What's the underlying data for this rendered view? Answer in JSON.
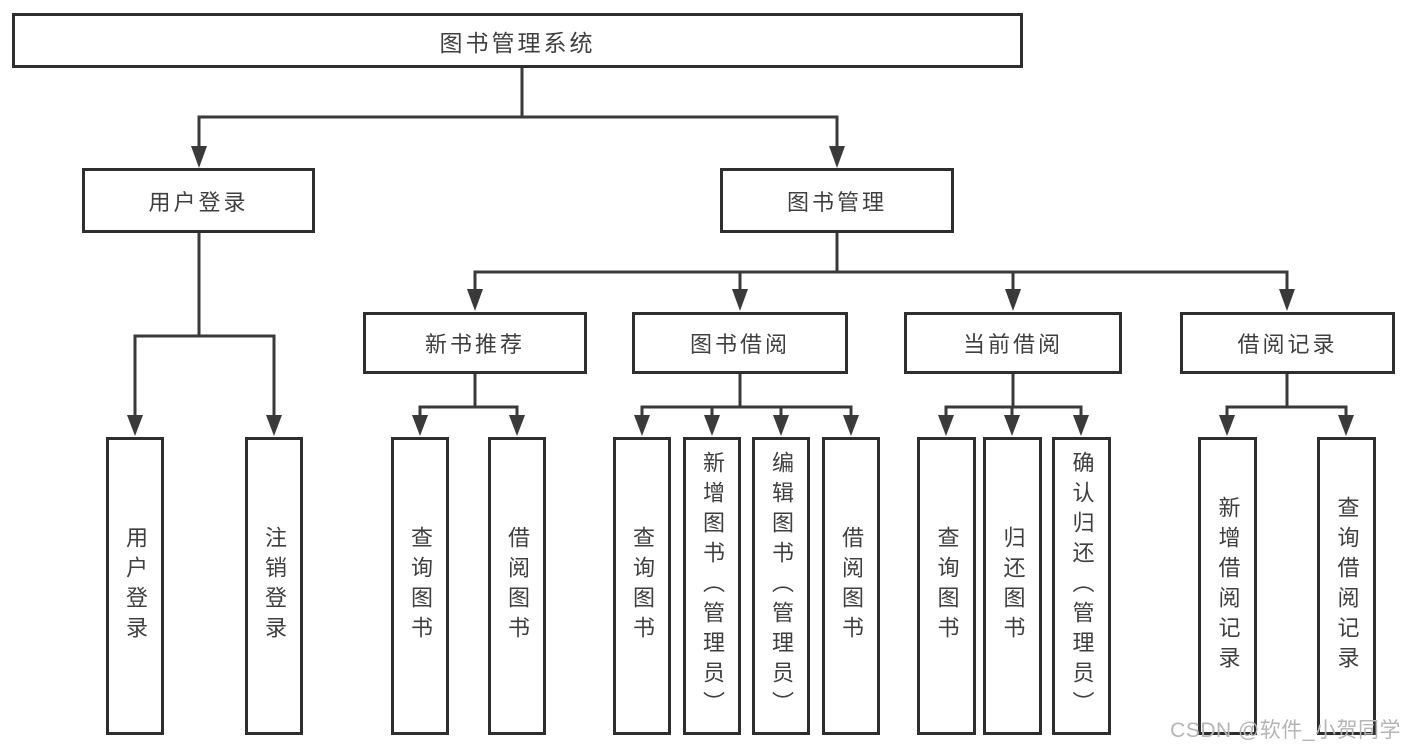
{
  "diagram_title": "图书管理系统",
  "watermark": "CSDN @软件_小贺同学",
  "colors": {
    "line": "#3a3a3a",
    "border": "#2e2e2e",
    "text": "#3f3f3f",
    "watermark": "#b5b5b5",
    "background": "#ffffff"
  },
  "nodes": {
    "root": "图书管理系统",
    "user_login": "用户登录",
    "book_mgmt": "图书管理",
    "new_book_rec": "新书推荐",
    "book_borrow": "图书借阅",
    "current_borrow": "当前借阅",
    "borrow_record": "借阅记录",
    "user_login_leaf": "用户登录",
    "logout_leaf": "注销登录",
    "query_book_1": "查询图书",
    "borrow_book_1": "借阅图书",
    "query_book_2": "查询图书",
    "add_book_admin": "新增图书（管理员）",
    "edit_book_admin": "编辑图书（管理员）",
    "borrow_book_2": "借阅图书",
    "query_book_3": "查询图书",
    "return_book": "归还图书",
    "confirm_return_admin": "确认归还（管理员）",
    "add_borrow_record": "新增借阅记录",
    "query_borrow_record": "查询借阅记录"
  },
  "hierarchy": {
    "图书管理系统": {
      "用户登录": [
        "用户登录",
        "注销登录"
      ],
      "图书管理": {
        "新书推荐": [
          "查询图书",
          "借阅图书"
        ],
        "图书借阅": [
          "查询图书",
          "新增图书（管理员）",
          "编辑图书（管理员）",
          "借阅图书"
        ],
        "当前借阅": [
          "查询图书",
          "归还图书",
          "确认归还（管理员）"
        ],
        "借阅记录": [
          "新增借阅记录",
          "查询借阅记录"
        ]
      }
    }
  }
}
